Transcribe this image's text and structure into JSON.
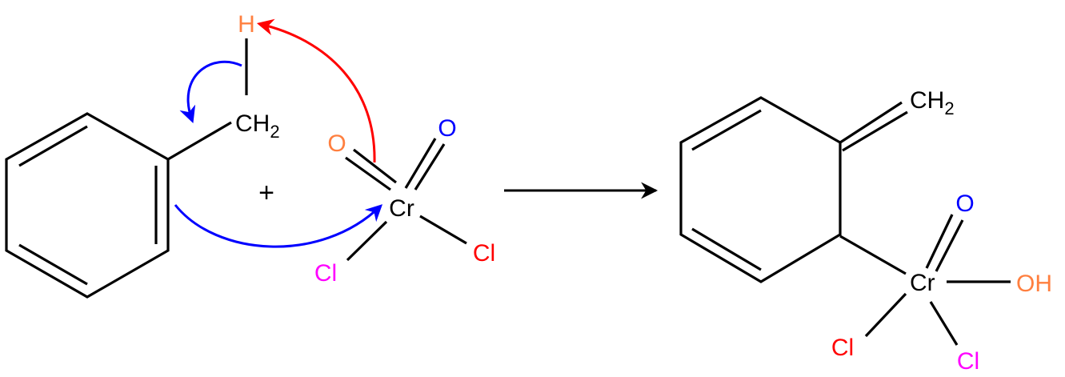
{
  "colors": {
    "bond": "#000000",
    "orange": "#ff7f3f",
    "blue": "#0000ff",
    "red": "#ff0000",
    "magenta": "#ff00ff"
  },
  "reactant_toluene": {
    "ch2_main": "CH",
    "ch2_sub": "2",
    "h_label": "H"
  },
  "plus_sign": "+",
  "reactant_chromyl_chloride": {
    "metal": "Cr",
    "oxygen_1": "O",
    "oxygen_2": "O",
    "chlorine_1": "Cl",
    "chlorine_2": "Cl"
  },
  "product": {
    "ch2_main": "CH",
    "ch2_sub": "2",
    "metal": "Cr",
    "oxygen": "O",
    "hydroxyl": "OH",
    "chlorine_1": "Cl",
    "chlorine_2": "Cl"
  }
}
